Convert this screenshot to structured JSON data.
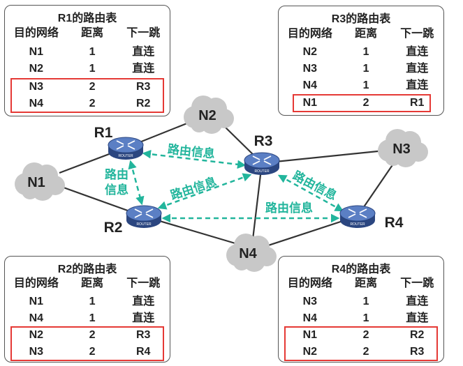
{
  "routers": {
    "r1": "R1",
    "r2": "R2",
    "r3": "R3",
    "r4": "R4",
    "badge": "ROUTER"
  },
  "networks": {
    "n1": "N1",
    "n2": "N2",
    "n3": "N3",
    "n4": "N4"
  },
  "routing_info_label": "路由信息",
  "routing_info_vertical": [
    "路由",
    "信息"
  ],
  "colors": {
    "router": "#3a5aa0",
    "arrow": "#22b59c",
    "cloud": "#c8c8c8",
    "highlight": "#e53935"
  },
  "tables": {
    "r1": {
      "title": "R1的路由表",
      "headers": [
        "目的网络",
        "距离",
        "下一跳"
      ],
      "rows": [
        [
          "N1",
          "1",
          "直连"
        ],
        [
          "N2",
          "1",
          "直连"
        ],
        [
          "N3",
          "2",
          "R3"
        ],
        [
          "N4",
          "2",
          "R2"
        ]
      ]
    },
    "r2": {
      "title": "R2的路由表",
      "headers": [
        "目的网络",
        "距离",
        "下一跳"
      ],
      "rows": [
        [
          "N1",
          "1",
          "直连"
        ],
        [
          "N4",
          "1",
          "直连"
        ],
        [
          "N2",
          "2",
          "R3"
        ],
        [
          "N3",
          "2",
          "R4"
        ]
      ]
    },
    "r3": {
      "title": "R3的路由表",
      "headers": [
        "目的网络",
        "距离",
        "下一跳"
      ],
      "rows": [
        [
          "N2",
          "1",
          "直连"
        ],
        [
          "N3",
          "1",
          "直连"
        ],
        [
          "N4",
          "1",
          "直连"
        ],
        [
          "N1",
          "2",
          "R1"
        ]
      ]
    },
    "r4": {
      "title": "R4的路由表",
      "headers": [
        "目的网络",
        "距离",
        "下一跳"
      ],
      "rows": [
        [
          "N3",
          "1",
          "直连"
        ],
        [
          "N4",
          "1",
          "直连"
        ],
        [
          "N1",
          "2",
          "R2"
        ],
        [
          "N2",
          "2",
          "R3"
        ]
      ]
    }
  }
}
